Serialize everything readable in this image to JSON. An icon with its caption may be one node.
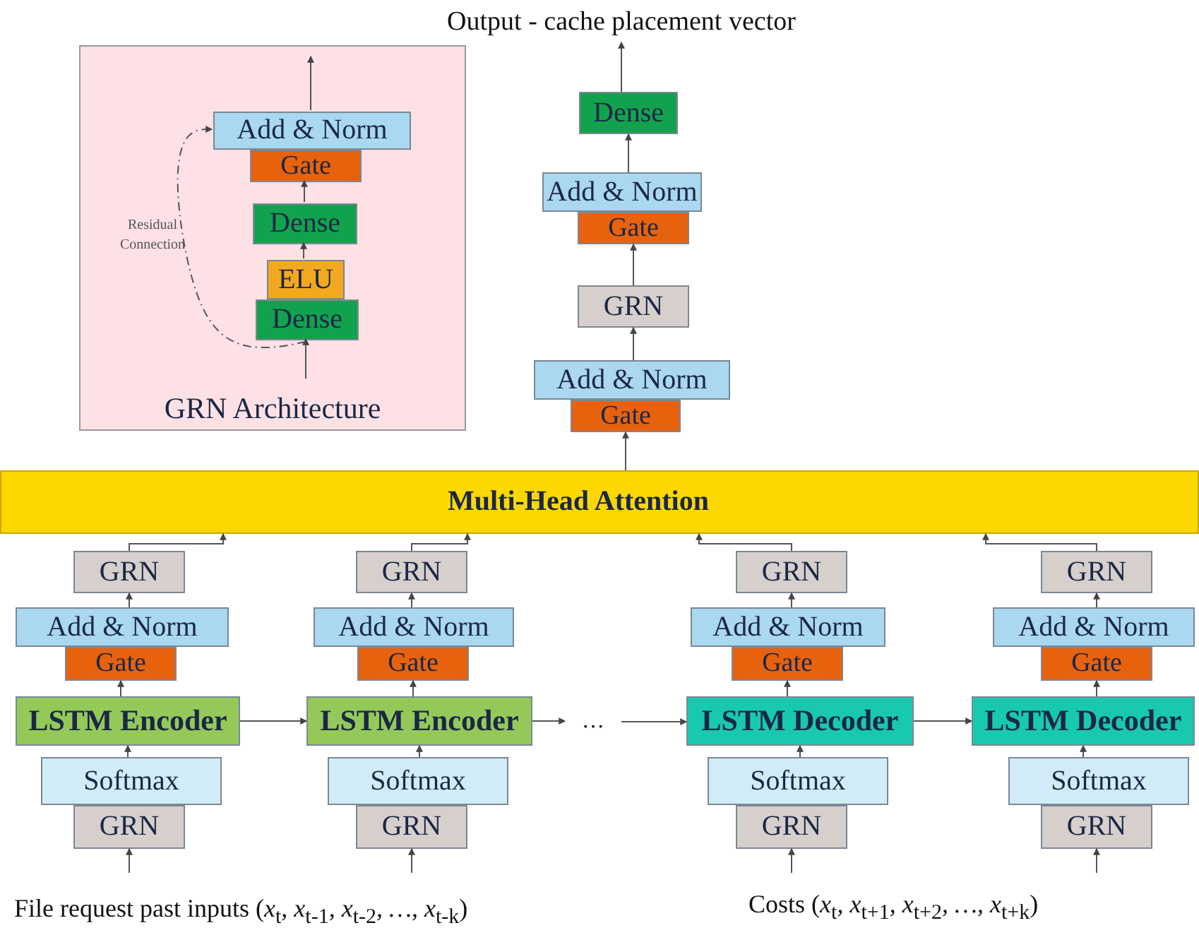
{
  "diagram": {
    "nodes": [
      {
        "text": [
          "Output - cache placement vector"
        ]
      },
      {
        "text": [
          "Dense"
        ]
      },
      {
        "text": [
          "Add & Norm"
        ]
      },
      {
        "text": [
          "Gate"
        ]
      },
      {
        "text": [
          "GRN"
        ]
      },
      {
        "text": [
          "Add & Norm"
        ]
      },
      {
        "text": [
          "Gate"
        ]
      },
      {
        "text": [
          "GRN Architecture"
        ]
      },
      {
        "text": [
          "Add & Norm"
        ],
        "in": 7
      },
      {
        "text": [
          "Gate"
        ],
        "in": 7
      },
      {
        "text": [
          "Dense"
        ],
        "in": 7
      },
      {
        "text": [
          "ELU"
        ],
        "in": 7
      },
      {
        "text": [
          "Dense"
        ],
        "in": 7
      },
      {
        "text": [
          "Multi-Head Attention"
        ]
      },
      {
        "text": [
          "GRN"
        ]
      },
      {
        "text": [
          "Add & Norm"
        ]
      },
      {
        "text": [
          "Gate"
        ]
      },
      {
        "text": [
          "LSTM Encoder"
        ]
      },
      {
        "text": [
          "Softmax"
        ]
      },
      {
        "text": [
          "GRN"
        ]
      },
      {
        "text": [
          "GRN"
        ]
      },
      {
        "text": [
          "Add & Norm"
        ]
      },
      {
        "text": [
          "Gate"
        ]
      },
      {
        "text": [
          "LSTM Encoder"
        ]
      },
      {
        "text": [
          "Softmax"
        ]
      },
      {
        "text": [
          "GRN"
        ]
      },
      {
        "text": [
          "…"
        ]
      },
      {
        "text": [
          "GRN"
        ]
      },
      {
        "text": [
          "Add & Norm"
        ]
      },
      {
        "text": [
          "Gate"
        ]
      },
      {
        "text": [
          "LSTM Decoder"
        ]
      },
      {
        "text": [
          "Softmax"
        ]
      },
      {
        "text": [
          "GRN"
        ]
      },
      {
        "text": [
          "GRN"
        ]
      },
      {
        "text": [
          "Add & Norm"
        ]
      },
      {
        "text": [
          "Gate"
        ]
      },
      {
        "text": [
          "LSTM Decoder"
        ]
      },
      {
        "text": [
          "Softmax"
        ]
      },
      {
        "text": [
          "GRN"
        ]
      }
    ],
    "edges": [
      {
        "from": 1,
        "to": 0,
        "arrow": "to"
      },
      {
        "from": 2,
        "to": 1,
        "arrow": "to"
      },
      {
        "from": 4,
        "to": 3,
        "arrow": "to"
      },
      {
        "from": 5,
        "to": 4,
        "arrow": "to"
      },
      {
        "from": 13,
        "to": 6,
        "arrow": "to"
      },
      {
        "from": null,
        "to": 12,
        "arrow": "to"
      },
      {
        "from": 12,
        "to": 8,
        "arrow": "to",
        "style": "dashed"
      },
      {
        "from": 11,
        "to": 10,
        "arrow": "to"
      },
      {
        "from": 10,
        "to": 9,
        "arrow": "to"
      },
      {
        "from": 8,
        "to": null,
        "arrow": "to"
      },
      {
        "from": null,
        "to": 19,
        "arrow": "to"
      },
      {
        "from": 18,
        "to": 17,
        "arrow": "to"
      },
      {
        "from": 17,
        "to": 16,
        "arrow": "to"
      },
      {
        "from": 15,
        "to": 14,
        "arrow": "to"
      },
      {
        "from": 14,
        "to": 13,
        "arrow": "to"
      },
      {
        "from": null,
        "to": 25,
        "arrow": "to"
      },
      {
        "from": 24,
        "to": 23,
        "arrow": "to"
      },
      {
        "from": 23,
        "to": 22,
        "arrow": "to"
      },
      {
        "from": 21,
        "to": 20,
        "arrow": "to"
      },
      {
        "from": 20,
        "to": 13,
        "arrow": "to"
      },
      {
        "from": 17,
        "to": 23,
        "arrow": "to"
      },
      {
        "from": 23,
        "to": 26,
        "arrow": "to"
      },
      {
        "from": 26,
        "to": 30,
        "arrow": "to"
      },
      {
        "from": null,
        "to": 32,
        "arrow": "to"
      },
      {
        "from": 31,
        "to": 30,
        "arrow": "to"
      },
      {
        "from": 30,
        "to": 29,
        "arrow": "to"
      },
      {
        "from": 28,
        "to": 27,
        "arrow": "to"
      },
      {
        "from": 27,
        "to": 13,
        "arrow": "to"
      },
      {
        "from": 30,
        "to": 36,
        "arrow": "to"
      },
      {
        "from": null,
        "to": 38,
        "arrow": "to"
      },
      {
        "from": 37,
        "to": 36,
        "arrow": "to"
      },
      {
        "from": 36,
        "to": 35,
        "arrow": "to"
      },
      {
        "from": 34,
        "to": 33,
        "arrow": "to"
      },
      {
        "from": 33,
        "to": 13,
        "arrow": "to"
      }
    ],
    "labels": [
      "Residual Connection",
      "File request past inputs (*x*$_{t}$*, x*$_{t-1}$*, x*$_{t-2}$*, …, x*$_{t-k}$)",
      "Costs (*x*$_{t}$*, x*$_{t+1}$*, x*$_{t+2}$*, …, x*$_{t+k}$)"
    ]
  }
}
